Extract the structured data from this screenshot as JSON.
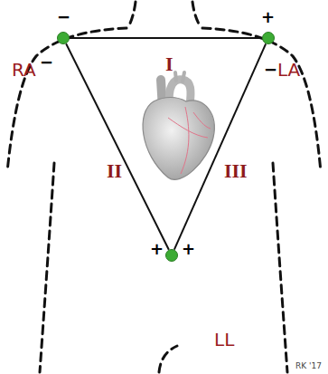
{
  "diagram": {
    "nodes": [
      {
        "text": [
          "RA"
        ]
      },
      {
        "text": [
          "LA"
        ]
      },
      {
        "text": [
          "LL"
        ]
      }
    ],
    "edges": [
      {
        "from": 0,
        "to": 1,
        "arrow": "none",
        "label": "I"
      },
      {
        "from": 0,
        "to": 2,
        "arrow": "none",
        "label": "II"
      },
      {
        "from": 1,
        "to": 2,
        "arrow": "none",
        "label": "III"
      }
    ],
    "labels": [
      "−",
      "−",
      "+",
      "−",
      "+",
      "+",
      "RK '17"
    ]
  }
}
